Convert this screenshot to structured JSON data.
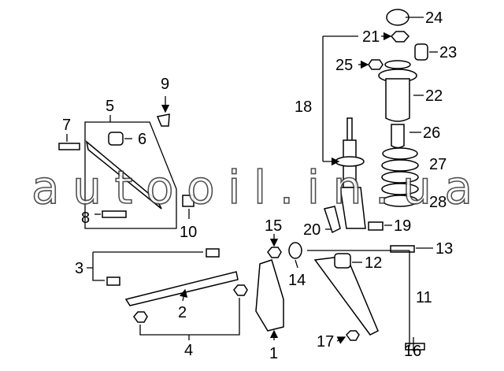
{
  "diagram": {
    "watermark": "autooil.in.ua",
    "callouts": {
      "c1": "1",
      "c2": "2",
      "c3": "3",
      "c4": "4",
      "c5": "5",
      "c6": "6",
      "c7": "7",
      "c8": "8",
      "c9": "9",
      "c10": "10",
      "c11": "11",
      "c12": "12",
      "c13": "13",
      "c14": "14",
      "c15": "15",
      "c16": "16",
      "c17": "17",
      "c18": "18",
      "c19": "19",
      "c20": "20",
      "c21": "21",
      "c22": "22",
      "c23": "23",
      "c24": "24",
      "c25": "25",
      "c26": "26",
      "c27": "27",
      "c28": "28"
    }
  }
}
